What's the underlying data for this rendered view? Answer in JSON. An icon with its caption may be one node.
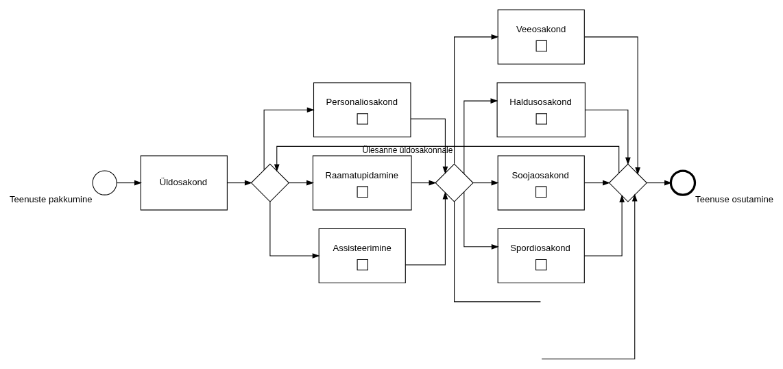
{
  "diagram": {
    "nodes": [
      {
        "text": [],
        "shape": "circle",
        "beside": [
          "Teenuste pakkumine"
        ]
      },
      {
        "text": [
          "Üldosakond"
        ]
      },
      {
        "text": [],
        "shape": "diamond"
      },
      {
        "text": [
          "Personaliosakond"
        ]
      },
      {
        "text": [
          "Raamatupidamine"
        ]
      },
      {
        "text": [
          "Assisteerimine"
        ]
      },
      {
        "text": [],
        "shape": "diamond"
      },
      {
        "text": [
          "Veeosakond"
        ]
      },
      {
        "text": [
          "Haldusosakond"
        ]
      },
      {
        "text": [
          "Soojaosakond"
        ]
      },
      {
        "text": [
          "Spordiosakond"
        ]
      },
      {
        "text": [],
        "shape": "diamond"
      },
      {
        "text": [],
        "shape": "circle",
        "beside": [
          "Teenuse osutamine"
        ]
      }
    ],
    "edges": [
      {
        "from": 0,
        "to": 1,
        "arrow": "to"
      },
      {
        "from": 1,
        "to": 2,
        "arrow": "to"
      },
      {
        "from": 2,
        "to": 3,
        "arrow": "to"
      },
      {
        "from": 2,
        "to": 4,
        "arrow": "to"
      },
      {
        "from": 2,
        "to": 5,
        "arrow": "to"
      },
      {
        "from": 3,
        "to": 6,
        "arrow": "to"
      },
      {
        "from": 4,
        "to": 6,
        "arrow": "to"
      },
      {
        "from": 5,
        "to": 6,
        "arrow": "to"
      },
      {
        "from": 6,
        "to": 7,
        "arrow": "to"
      },
      {
        "from": 6,
        "to": 8,
        "arrow": "to"
      },
      {
        "from": 6,
        "to": 9,
        "arrow": "to"
      },
      {
        "from": 6,
        "to": 10,
        "arrow": "to"
      },
      {
        "from": 7,
        "to": 11,
        "arrow": "to"
      },
      {
        "from": 8,
        "to": 11,
        "arrow": "to"
      },
      {
        "from": 9,
        "to": 11,
        "arrow": "to"
      },
      {
        "from": 10,
        "to": 11,
        "arrow": "to"
      },
      {
        "from": 11,
        "to": 12,
        "arrow": "to"
      },
      {
        "from": 11,
        "to": 2,
        "arrow": "to",
        "label": "Ülesanne üldosakonnale"
      },
      {
        "from": 6,
        "to": null,
        "arrow": "none"
      },
      {
        "from": null,
        "to": 11,
        "arrow": "to"
      }
    ]
  }
}
